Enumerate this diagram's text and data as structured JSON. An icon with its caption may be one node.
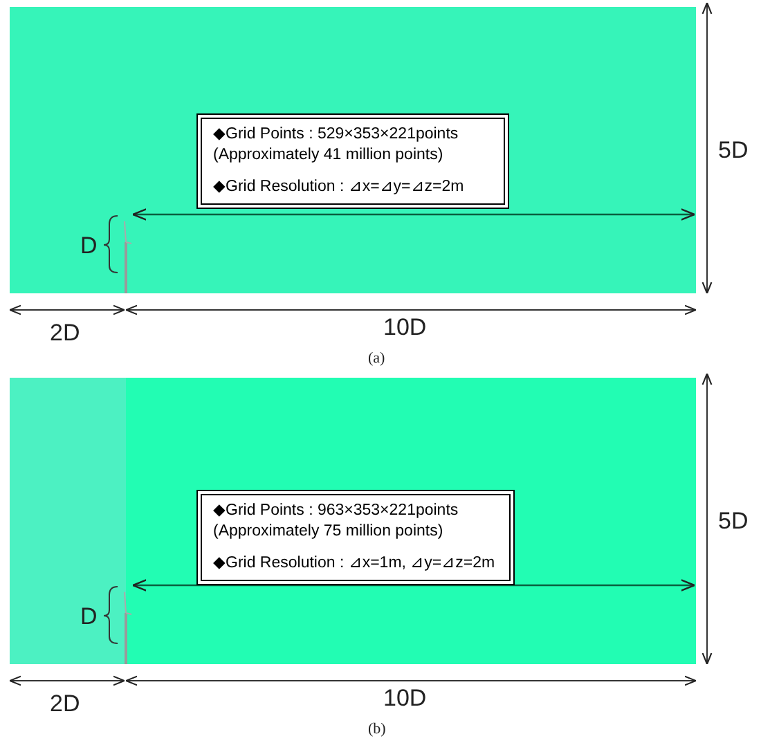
{
  "diagram": {
    "nodes": [
      {
        "text": [
          "◆Grid Points : 529×353×221points (Approximately 41 million points)",
          "◆Grid Resolution : ⊿x=⊿y=⊿z=2m"
        ]
      },
      {
        "text": [
          "◆Grid Points : 963×353×221points (Approximately 75 million points)",
          "◆Grid Resolution : ⊿x=1m, ⊿y=⊿z=2m"
        ]
      }
    ],
    "labels": [
      "D",
      "5D",
      "2D",
      "10D",
      "(a)",
      "D",
      "5D",
      "2D",
      "10D",
      "(b)"
    ]
  }
}
